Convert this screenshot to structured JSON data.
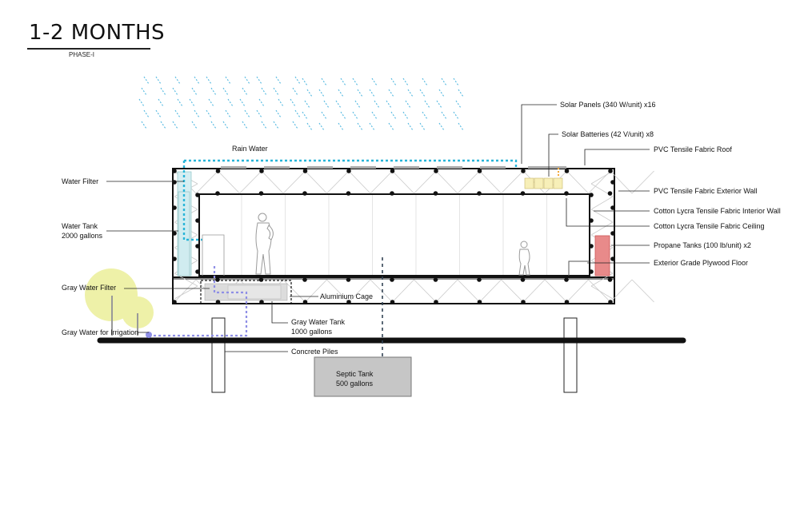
{
  "header": {
    "title": "1-2 MONTHS",
    "subtitle": "PHASE-I"
  },
  "labels": {
    "rain_water": "Rain Water",
    "water_filter": "Water Filter",
    "water_tank_line1": "Water Tank",
    "water_tank_line2": "2000 gallons",
    "gray_water_filter": "Gray Water Filter",
    "gray_water_irrigation": "Gray Water for Irrigation",
    "aluminium_cage": "Aluminium Cage",
    "gray_water_tank_line1": "Gray Water Tank",
    "gray_water_tank_line2": "1000 gallons",
    "concrete_piles": "Concrete Piles",
    "septic_tank_line1": "Septic Tank",
    "septic_tank_line2": "500 gallons",
    "solar_panels": "Solar Panels  (340 W/unit) x16",
    "solar_batteries": "Solar Batteries (42 V/unit) x8",
    "pvc_roof": "PVC Tensile Fabric Roof",
    "pvc_exterior_wall": "PVC Tensile Fabric Exterior Wall",
    "cotton_interior_wall": "Cotton Lycra Tensile Fabric Interior Wall",
    "cotton_ceiling": "Cotton Lycra Tensile Fabric Ceiling",
    "propane_tanks": "Propane Tanks (100 lb/unit) x2",
    "plywood_floor": "Exterior Grade Plywood Floor"
  },
  "colors": {
    "rain": "#4fb7e0",
    "water_line": "#27b4d8",
    "water_tank": "#d6eef2",
    "gray_water": "#8f8fe6",
    "propane": "#e88a8a",
    "batteries": "#f7efb8",
    "battery_wire": "#f2a93a",
    "vegetation": "#eef1a8",
    "septic": "#c6c6c6",
    "structure": "#111111"
  }
}
